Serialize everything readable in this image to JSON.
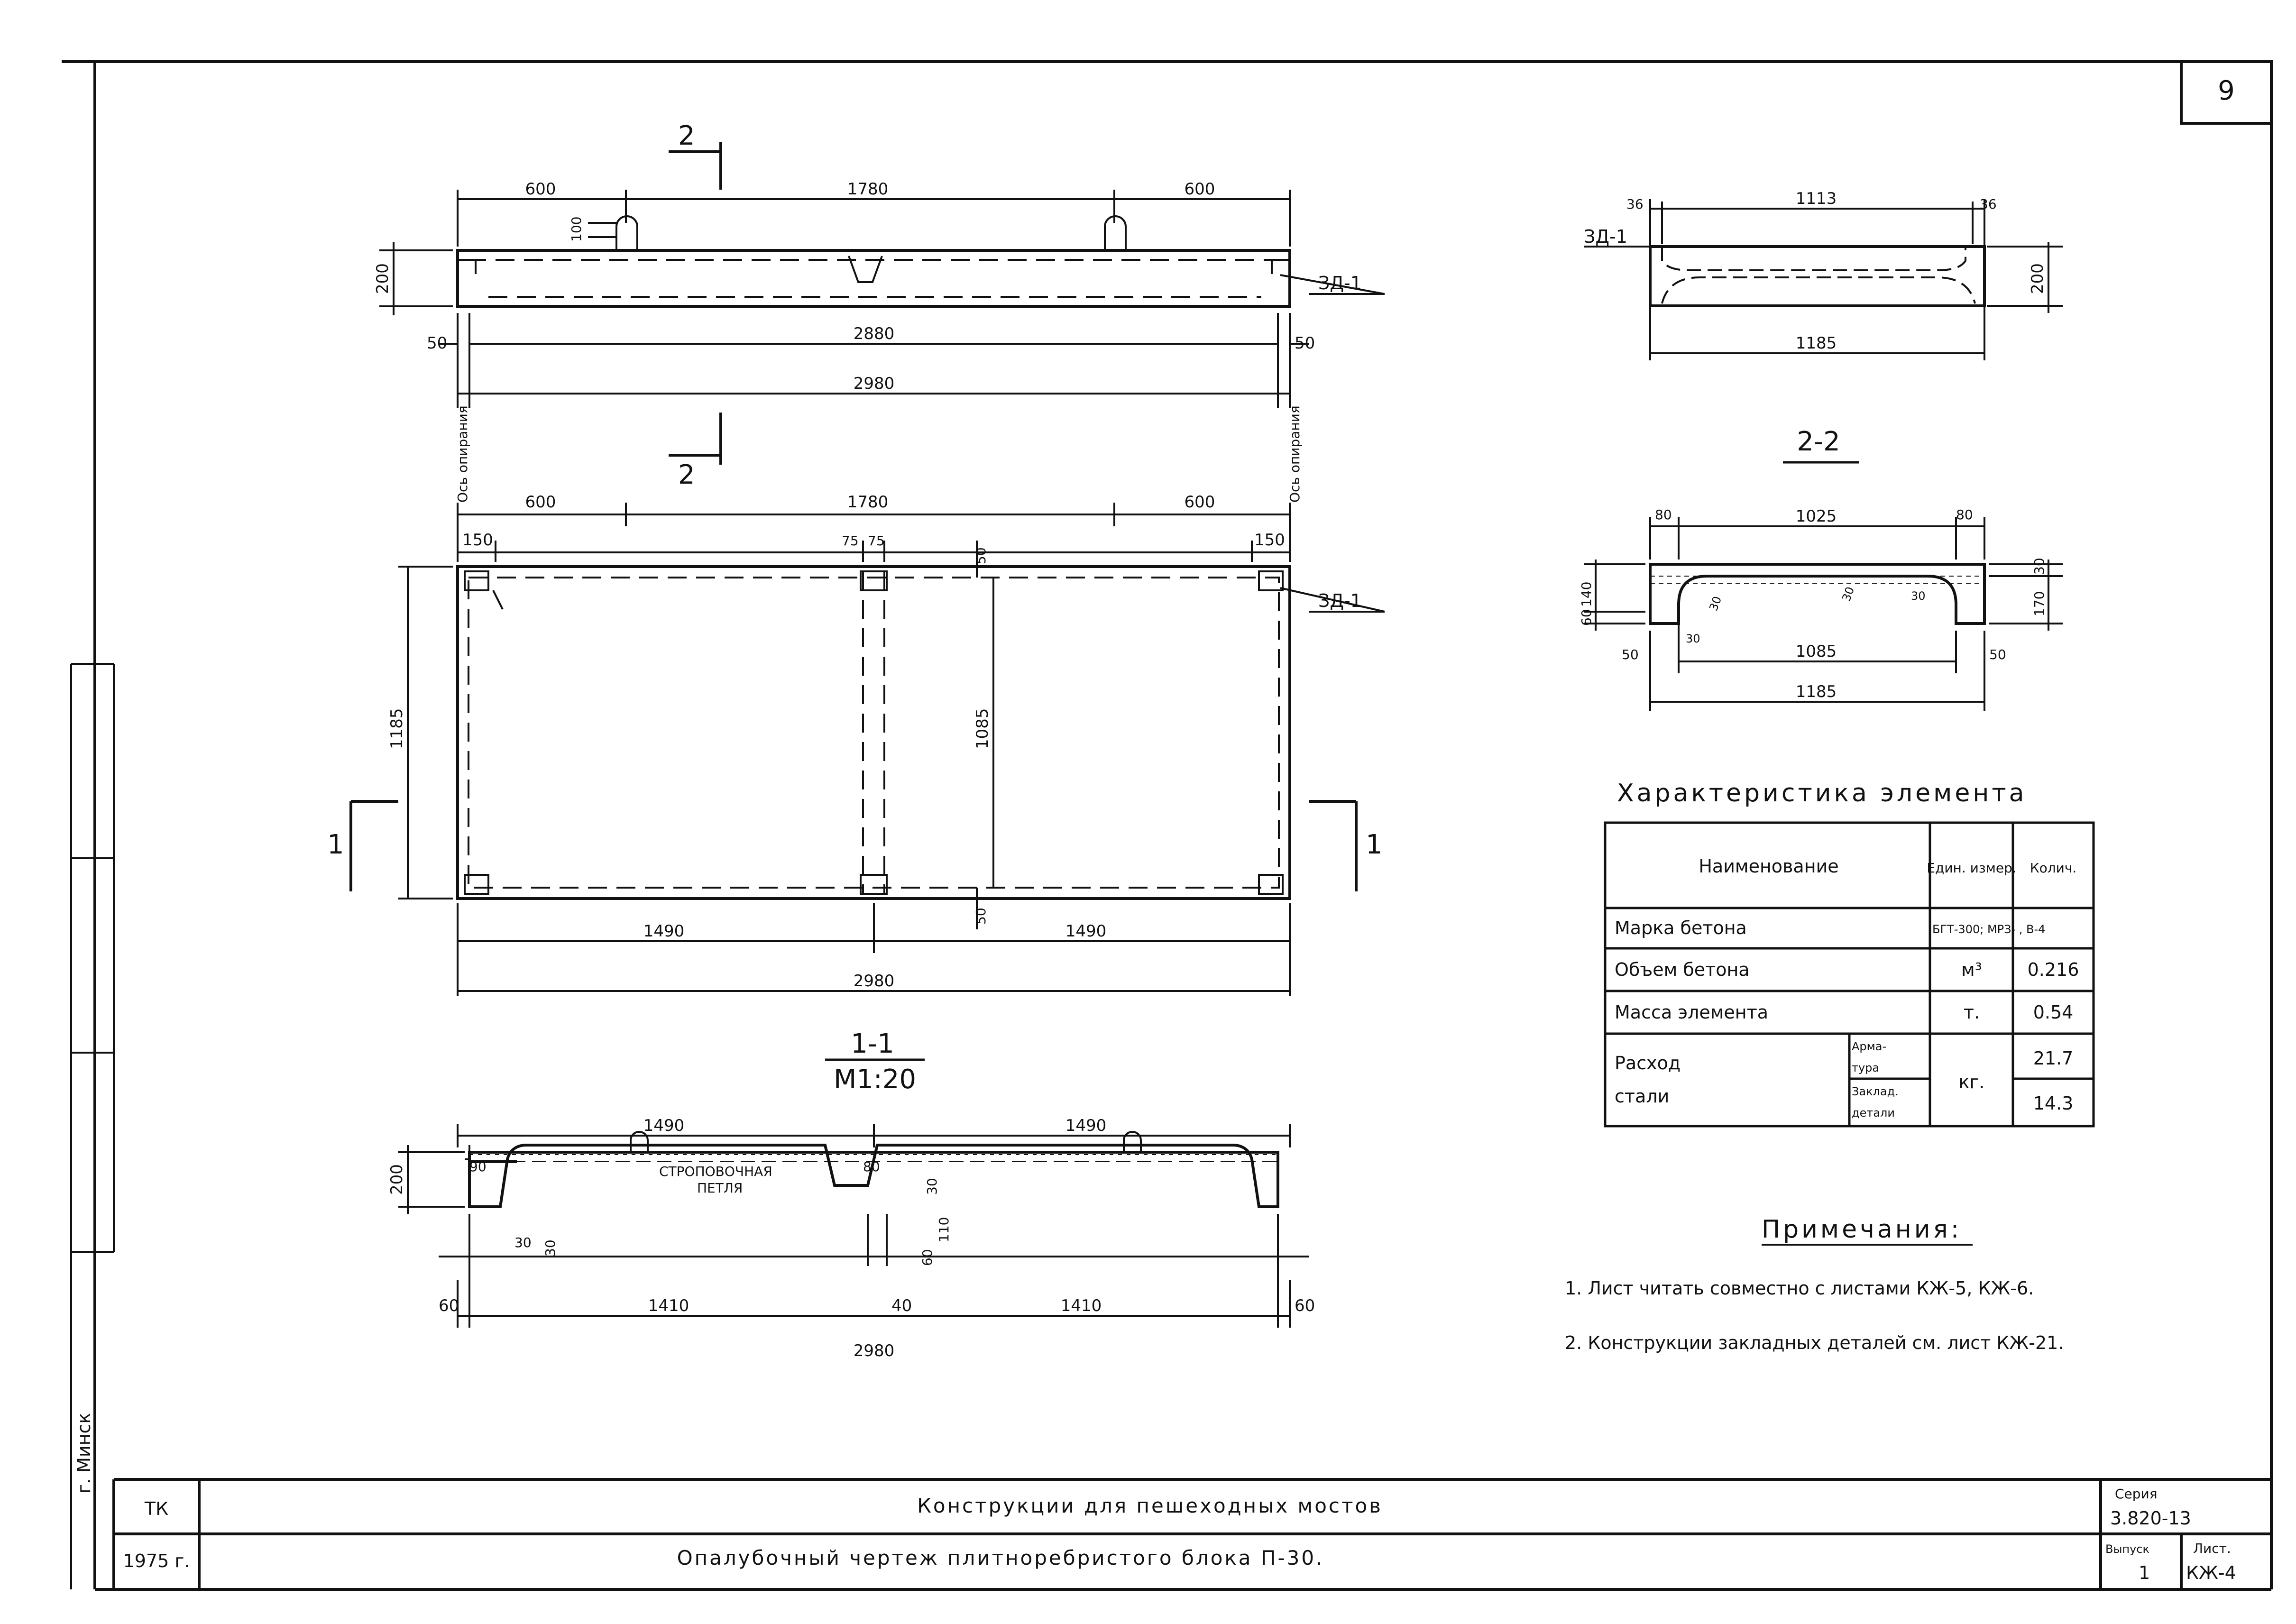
{
  "sheet": {
    "page_number": "9"
  },
  "elevation": {
    "dims_top": [
      "600",
      "1780",
      "600"
    ],
    "loop_height": "100",
    "height": "200",
    "ref_zd": "ЗД-1",
    "end_offsets": [
      "50",
      "50"
    ],
    "span": "2880",
    "overall": "2980",
    "support_axis": "Ось опирания"
  },
  "cut_marks": {
    "section_2": "2",
    "section_1": "1"
  },
  "plan": {
    "dims_top": [
      "600",
      "1780",
      "600"
    ],
    "edge_dims": [
      "150",
      "75",
      "75",
      "150"
    ],
    "rib_offsets": [
      "50",
      "50"
    ],
    "ref_zd": "ЗД-1",
    "width": "1185",
    "inner_width": "1085",
    "halves": [
      "1490",
      "1490"
    ],
    "overall": "2980"
  },
  "section_1_1": {
    "title": "1-1",
    "scale": "М1:20",
    "dims_top": [
      "1490",
      "1490"
    ],
    "edge_dims": [
      "90",
      "80",
      "30"
    ],
    "loop_label_1": "СТРОПОВОЧНАЯ",
    "loop_label_2": "ПЕТЛЯ",
    "height": "200",
    "inner_dims": [
      "30",
      "30",
      "60",
      "110"
    ],
    "bottom_dims": [
      "60",
      "1410",
      "40",
      "1410",
      "60"
    ],
    "overall": "2980"
  },
  "section_end": {
    "edge_dims": [
      "36",
      "36"
    ],
    "top": "1113",
    "ref_zd": "ЗД-1",
    "height": "200",
    "bottom": "1185"
  },
  "section_2_2": {
    "title": "2-2",
    "dims_top": [
      "80",
      "1025",
      "80"
    ],
    "left_dims": [
      "140",
      "60"
    ],
    "right_dims": [
      "30",
      "170"
    ],
    "inner_dims": [
      "30",
      "30",
      "30",
      "30"
    ],
    "edge_dims": [
      "50",
      "50"
    ],
    "inner": "1085",
    "bottom": "1185"
  },
  "characteristics": {
    "title": "Характеристика элемента",
    "headers": [
      "Наименование",
      "Един. измер.",
      "Колич."
    ],
    "rows": [
      {
        "name": "Марка бетона",
        "unit": "",
        "qty": "БГТ-300; МРЗ- , В-4"
      },
      {
        "name": "Объем бетона",
        "unit": "м³",
        "qty": "0.216"
      },
      {
        "name": "Масса элемента",
        "unit": "т.",
        "qty": "0.54"
      }
    ],
    "steel": {
      "name_1": "Расход",
      "name_2": "стали",
      "sub": [
        "Арма-",
        "тура",
        "Заклад.",
        "детали"
      ],
      "unit": "кг.",
      "values": [
        "21.7",
        "14.3"
      ]
    }
  },
  "notes": {
    "title": "Примечания:",
    "items": [
      "1. Лист читать совместно с листами КЖ-5, КЖ-6.",
      "2. Конструкции закладных деталей см. лист КЖ-21."
    ]
  },
  "title_block": {
    "org": "ТК",
    "year": "1975 г.",
    "project": "Конструкции для пешеходных мостов",
    "drawing": "Опалубочный чертеж плитноребристого блока П-30.",
    "series_label": "Серия",
    "series": "3.820-13",
    "issue_label": "Выпуск",
    "issue": "1",
    "sheet_label": "Лист.",
    "sheet": "КЖ-4"
  },
  "margin": {
    "city": "г. Минск"
  }
}
